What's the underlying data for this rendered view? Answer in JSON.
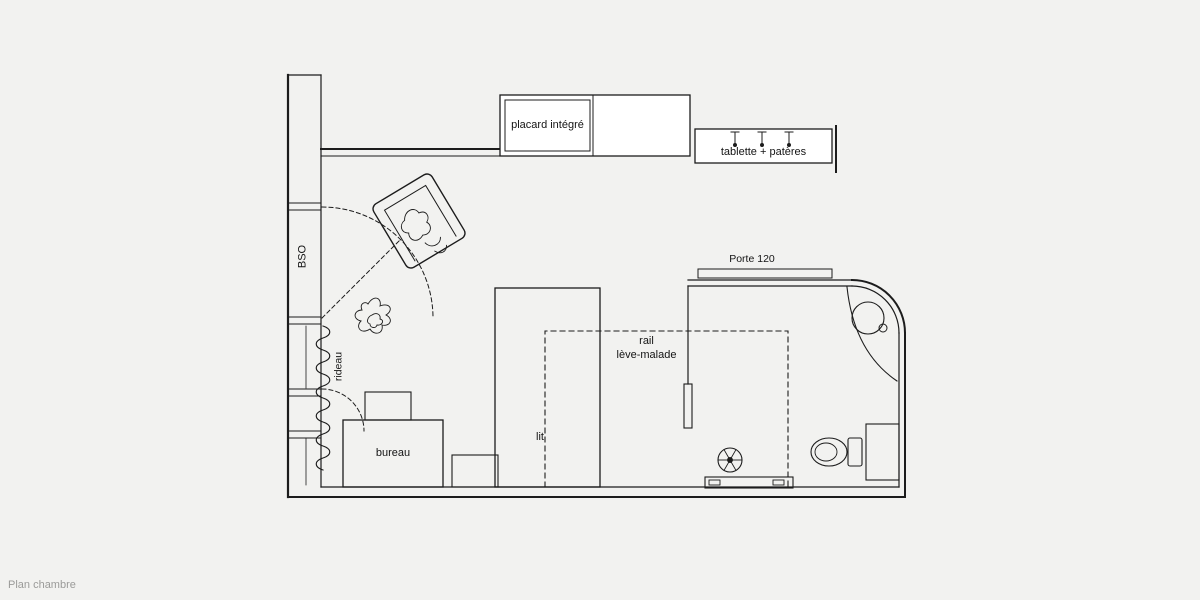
{
  "caption": "Plan chambre",
  "labels": {
    "placard": "placard intégré",
    "tablette": "tablette + patères",
    "porte": "Porte 120",
    "rail_line1": "rail",
    "rail_line2": "lève-malade",
    "lit": "lit",
    "bureau": "bureau",
    "rideau": "rideau",
    "bso": "BSO"
  },
  "colors": {
    "background": "#f2f2f0",
    "ink": "#1c1c1c",
    "caption_text": "#9b9b99",
    "box_fill": "#ffffff"
  }
}
